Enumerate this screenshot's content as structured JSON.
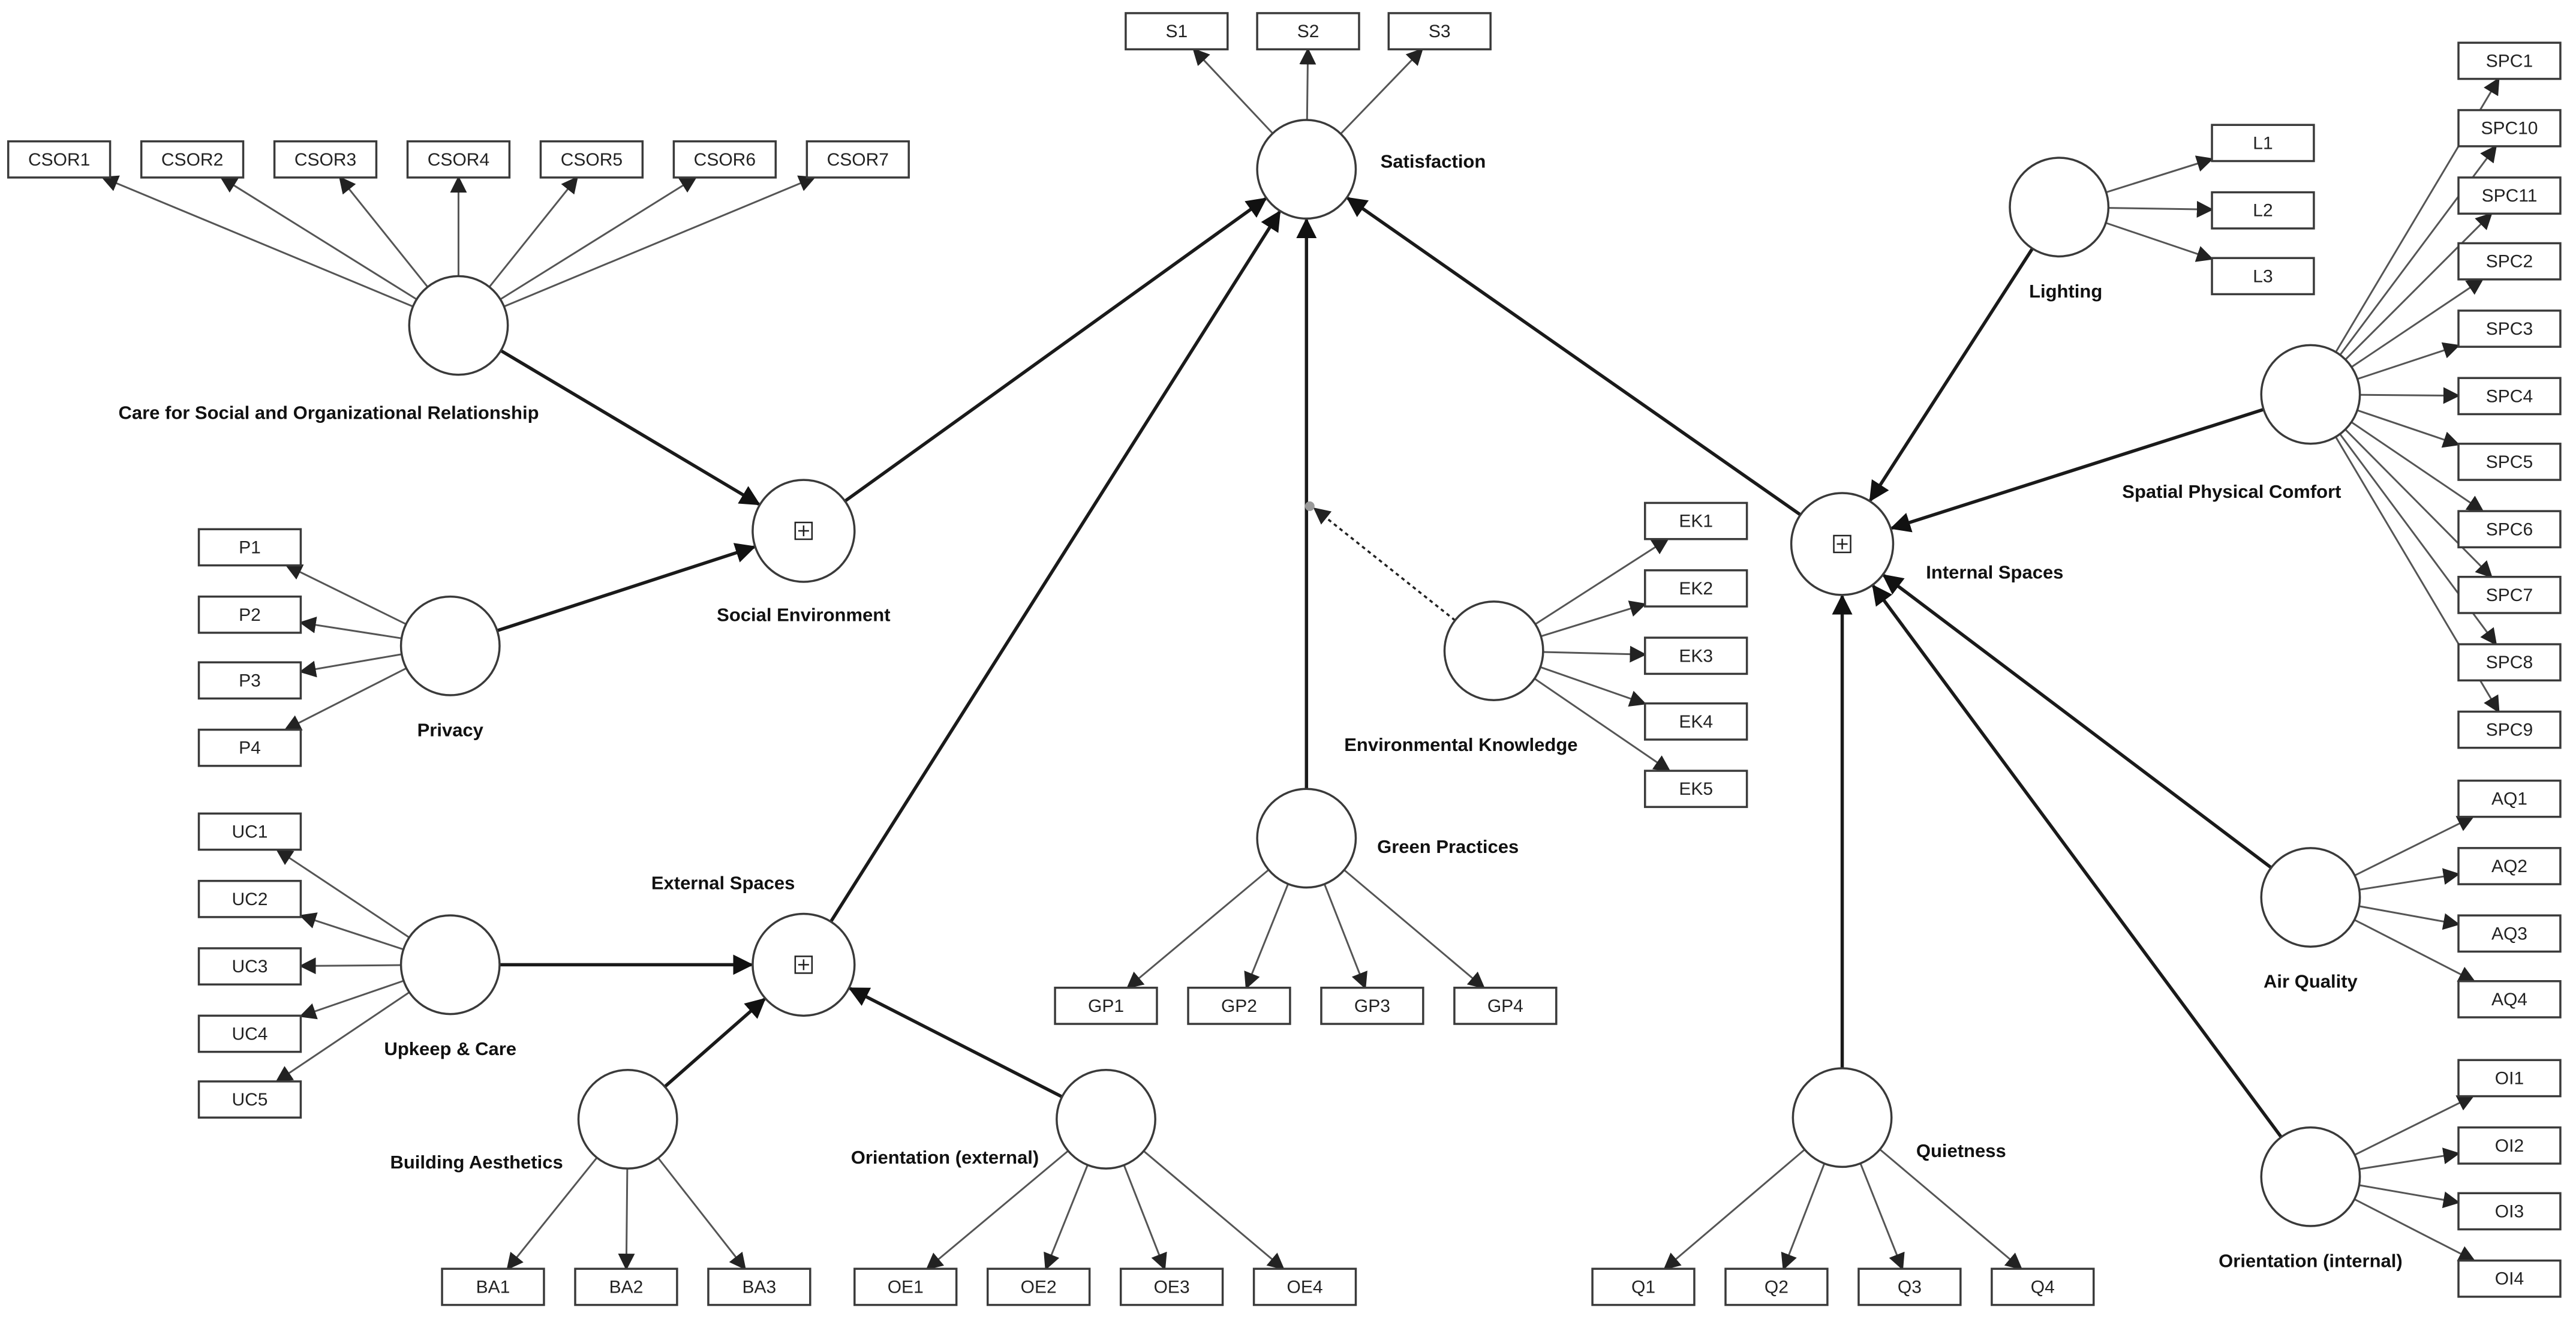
{
  "constructs": {
    "satisfaction": "Satisfaction",
    "csor": "Care for Social and Organizational Relationship",
    "social_environment": "Social Environment",
    "privacy": "Privacy",
    "upkeep": "Upkeep & Care",
    "external_spaces": "External Spaces",
    "building_aesthetics": "Building Aesthetics",
    "orientation_external": "Orientation (external)",
    "green_practices": "Green Practices",
    "environmental_knowledge": "Environmental Knowledge",
    "internal_spaces": "Internal Spaces",
    "lighting": "Lighting",
    "spatial_physical_comfort": "Spatial Physical Comfort",
    "air_quality": "Air Quality",
    "quietness": "Quietness",
    "orientation_internal": "Orientation (internal)"
  },
  "indicators": {
    "satisfaction": [
      "S1",
      "S2",
      "S3"
    ],
    "csor": [
      "CSOR1",
      "CSOR2",
      "CSOR3",
      "CSOR4",
      "CSOR5",
      "CSOR6",
      "CSOR7"
    ],
    "privacy": [
      "P1",
      "P2",
      "P3",
      "P4"
    ],
    "upkeep": [
      "UC1",
      "UC2",
      "UC3",
      "UC4",
      "UC5"
    ],
    "building_aesthetics": [
      "BA1",
      "BA2",
      "BA3"
    ],
    "orientation_external": [
      "OE1",
      "OE2",
      "OE3",
      "OE4"
    ],
    "green_practices": [
      "GP1",
      "GP2",
      "GP3",
      "GP4"
    ],
    "environmental_knowledge": [
      "EK1",
      "EK2",
      "EK3",
      "EK4",
      "EK5"
    ],
    "lighting": [
      "L1",
      "L2",
      "L3"
    ],
    "spatial_physical_comfort": [
      "SPC1",
      "SPC10",
      "SPC11",
      "SPC2",
      "SPC3",
      "SPC4",
      "SPC5",
      "SPC6",
      "SPC7",
      "SPC8",
      "SPC9"
    ],
    "air_quality": [
      "AQ1",
      "AQ2",
      "AQ3",
      "AQ4"
    ],
    "quietness": [
      "Q1",
      "Q2",
      "Q3",
      "Q4"
    ],
    "orientation_internal": [
      "OI1",
      "OI2",
      "OI3",
      "OI4"
    ]
  }
}
